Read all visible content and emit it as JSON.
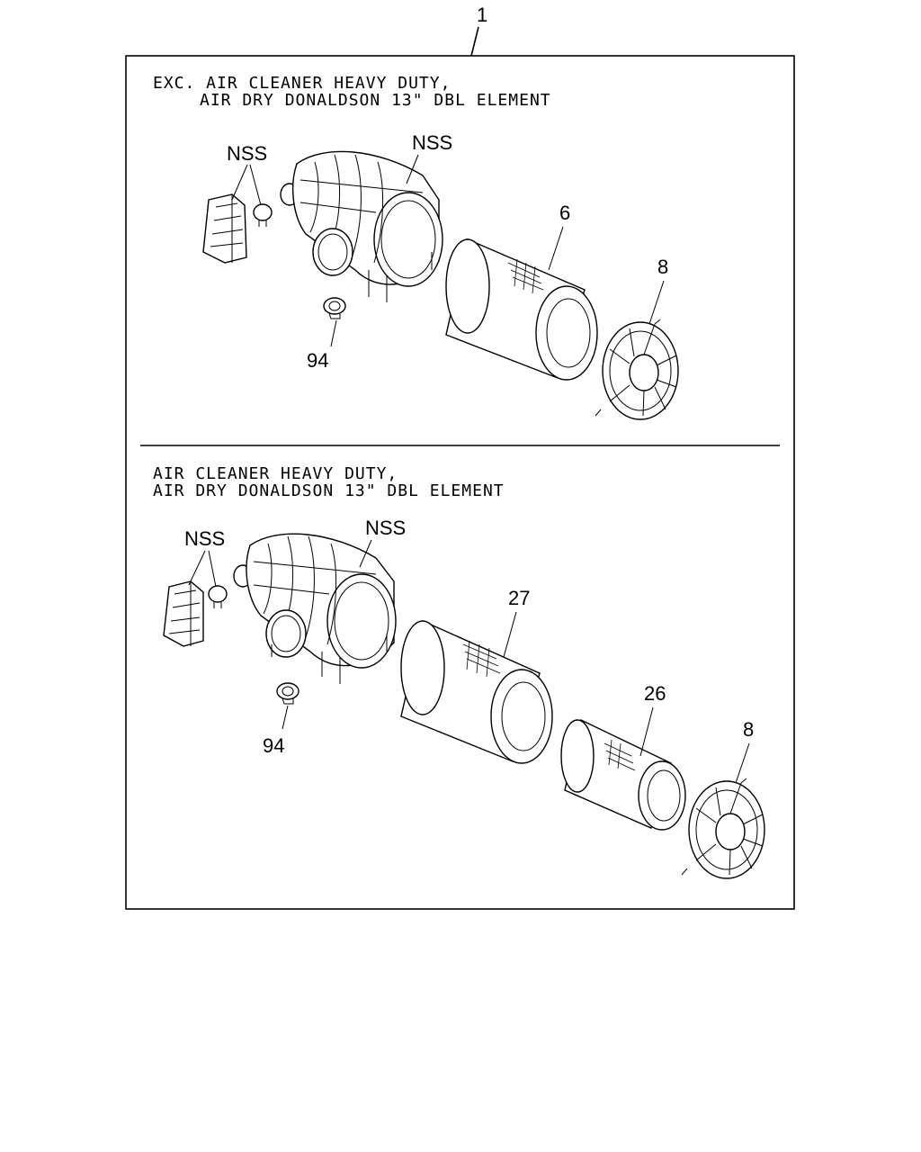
{
  "assembly_callout": "1",
  "sections": [
    {
      "id": "exc",
      "header_line1": "EXC. AIR CLEANER HEAVY DUTY,",
      "header_line2": "AIR DRY DONALDSON 13\" DBL ELEMENT",
      "callouts": {
        "bracket": "NSS",
        "housing": "NSS",
        "filter_outer": "6",
        "cover": "8",
        "indicator": "94"
      }
    },
    {
      "id": "std",
      "header_line1": "AIR CLEANER HEAVY DUTY,",
      "header_line2": "AIR DRY DONALDSON 13\" DBL ELEMENT",
      "callouts": {
        "bracket": "NSS",
        "housing": "NSS",
        "filter_outer": "27",
        "filter_inner": "26",
        "cover": "8",
        "indicator": "94"
      }
    }
  ]
}
